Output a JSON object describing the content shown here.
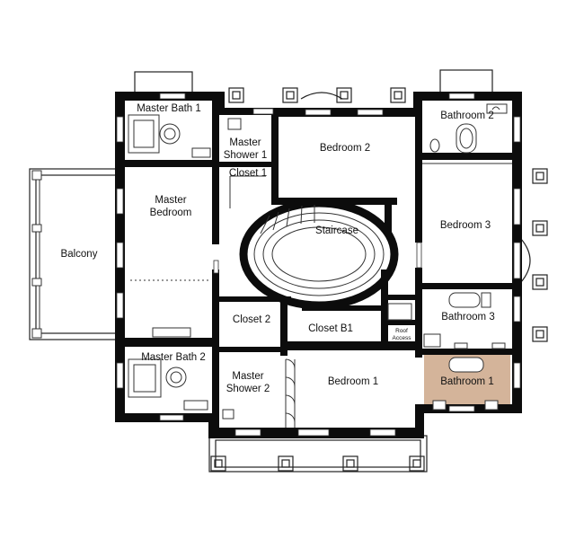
{
  "plan": {
    "highlight_color": "#d4b49a",
    "rooms": {
      "master_bath_1": "Master Bath 1",
      "master_shower_1": [
        "Master",
        "Shower 1"
      ],
      "bedroom_2": "Bedroom 2",
      "bathroom_2": "Bathroom 2",
      "closet_1": "Closet 1",
      "master_bedroom": [
        "Master",
        "Bedroom"
      ],
      "staircase": "Staircase",
      "bedroom_3": "Bedroom 3",
      "balcony": "Balcony",
      "closet_2": "Closet 2",
      "closet_b1": "Closet B1",
      "bathroom_3": "Bathroom 3",
      "roof_access": [
        "Roof",
        "Access"
      ],
      "master_bath_2": "Master Bath 2",
      "master_shower_2": [
        "Master",
        "Shower 2"
      ],
      "bedroom_1": "Bedroom 1",
      "bathroom_1": "Bathroom 1"
    }
  }
}
